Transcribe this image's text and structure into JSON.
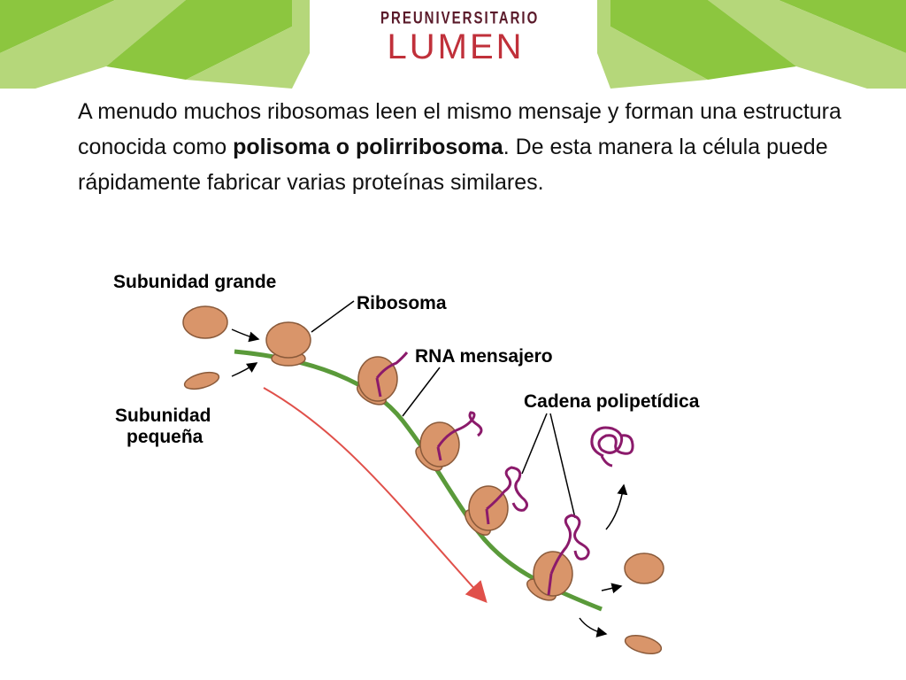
{
  "header": {
    "logo_top": "PREUNIVERSITARIO",
    "logo_main": "LUMEN"
  },
  "paragraph": {
    "part1": "A menudo muchos ribosomas leen el mismo mensaje y forman una estructura conocida como ",
    "bold": "polisoma o polirribosoma",
    "part2": ". De esta manera la célula puede rápidamente fabricar varias proteínas similares."
  },
  "diagram": {
    "label_large_subunit": "Subunidad grande",
    "label_ribosome": "Ribosoma",
    "label_mrna": "RNA mensajero",
    "label_chain": "Cadena polipetídica",
    "label_small_subunit_1": "Subunidad",
    "label_small_subunit_2": "pequeña"
  },
  "colors": {
    "green_dark": "#8cc63f",
    "green_light": "#b5d77a",
    "ribosome": "#d9956a",
    "mrna": "#5a9a3a",
    "chain": "#8b1a6b",
    "arrow": "#e0504a",
    "logo_red": "#c0303a"
  }
}
